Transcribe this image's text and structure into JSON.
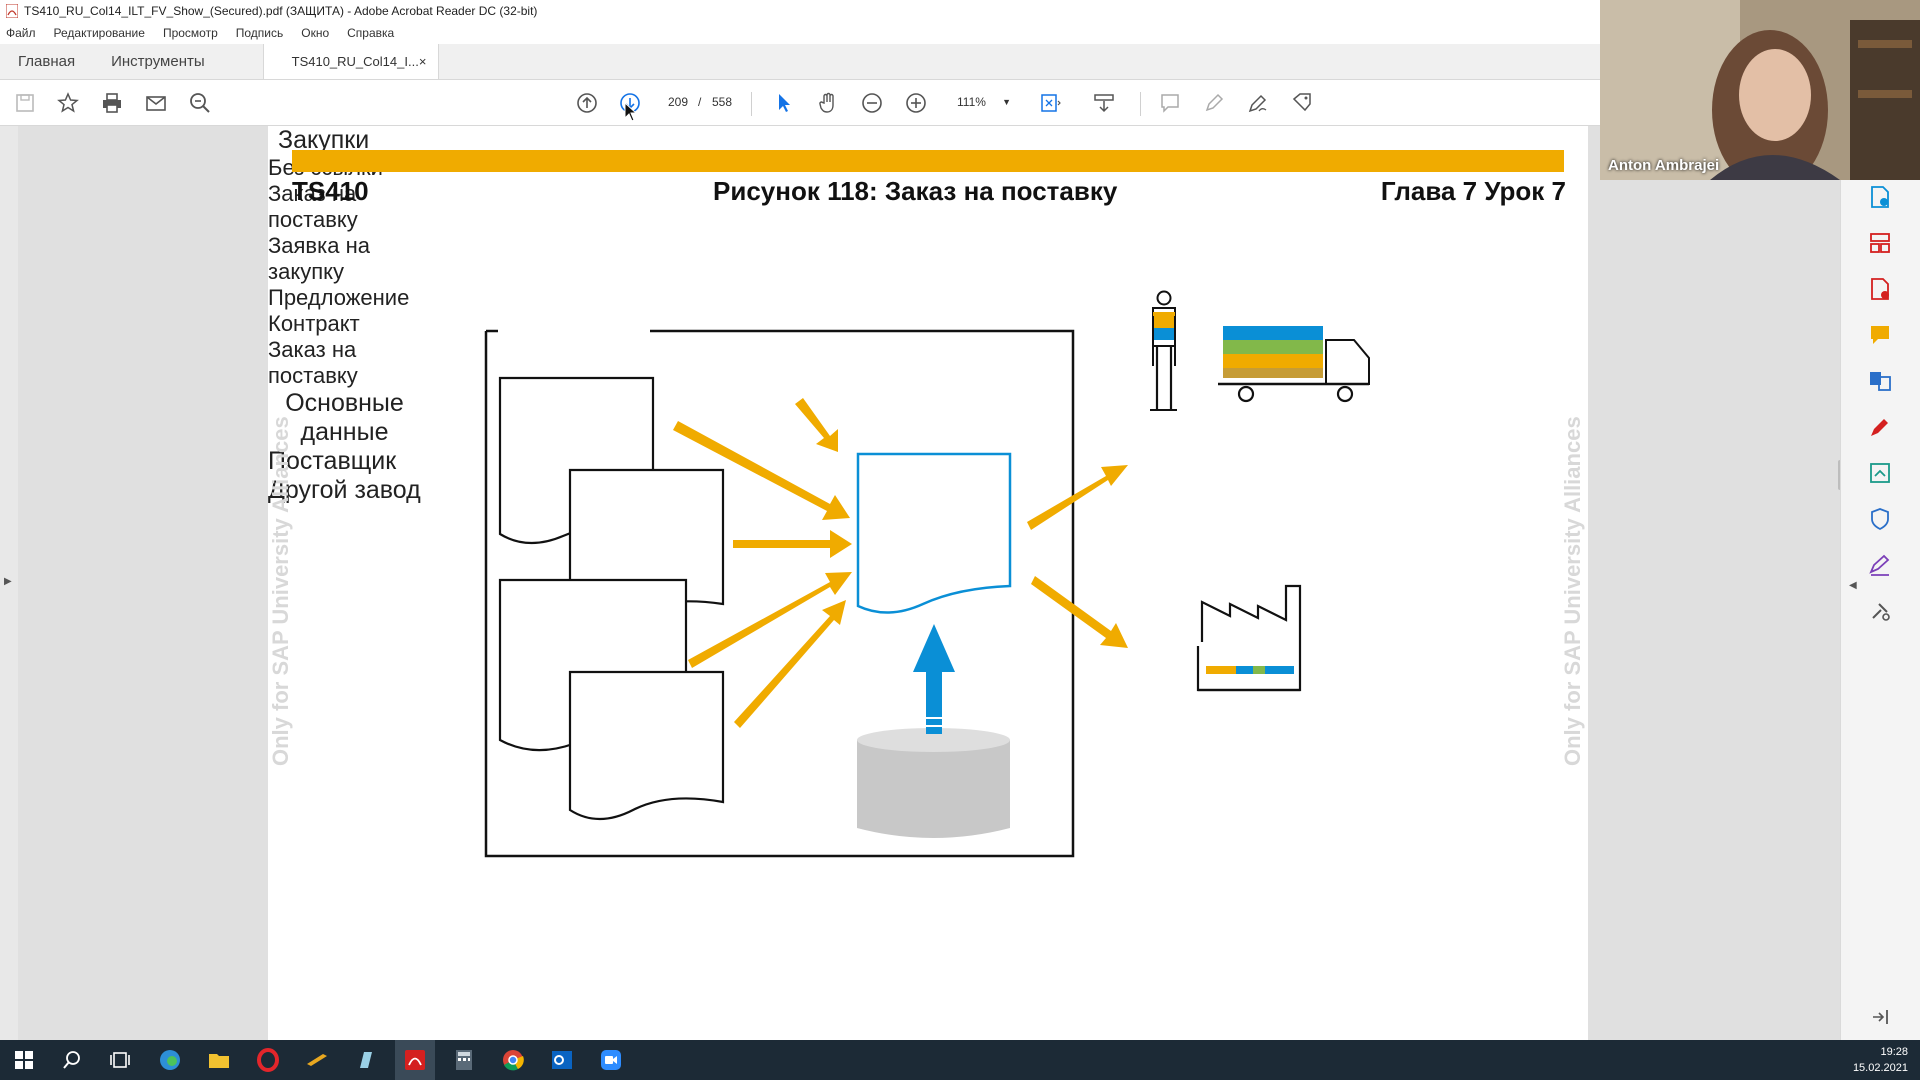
{
  "window": {
    "title": "TS410_RU_Col14_ILT_FV_Show_(Secured).pdf (ЗАЩИТА) - Adobe Acrobat Reader DC (32-bit)"
  },
  "menu": {
    "items": [
      "Файл",
      "Редактирование",
      "Просмотр",
      "Подпись",
      "Окно",
      "Справка"
    ]
  },
  "tabs": {
    "home": "Главная",
    "tools": "Инструменты",
    "doc": "TS410_RU_Col14_I...",
    "close": "×"
  },
  "toolbar": {
    "current_page": "209",
    "separator": "/",
    "total_pages": "558",
    "zoom": "111%"
  },
  "page": {
    "course": "TS410",
    "figure_title": "Рисунок 118: Заказ на поставку",
    "chapter": "Глава 7 Урок 7",
    "watermark": "Only for SAP University Alliances"
  },
  "diagram": {
    "box_title": "Закупки",
    "no_reference": "Без ссылки",
    "doc_order_line1": "Заказ на",
    "doc_order_line2": "поставку",
    "doc_requisition_line1": "Заявка на",
    "doc_requisition_line2": "закупку",
    "doc_quotation": "Предложение",
    "doc_contract": "Контракт",
    "result_line1": "Заказ на",
    "result_line2": "поставку",
    "master_line1": "Основные",
    "master_line2": "данные",
    "supplier": "Поставщик",
    "other_plant": "Другой завод"
  },
  "webcam": {
    "name": "Anton Ambrajei"
  },
  "taskbar": {
    "time": "19:28",
    "date": "15.02.2021"
  },
  "colors": {
    "accent_orange": "#f0ab00",
    "blue": "#0a8fd6",
    "acrobat_red": "#d4201f"
  }
}
